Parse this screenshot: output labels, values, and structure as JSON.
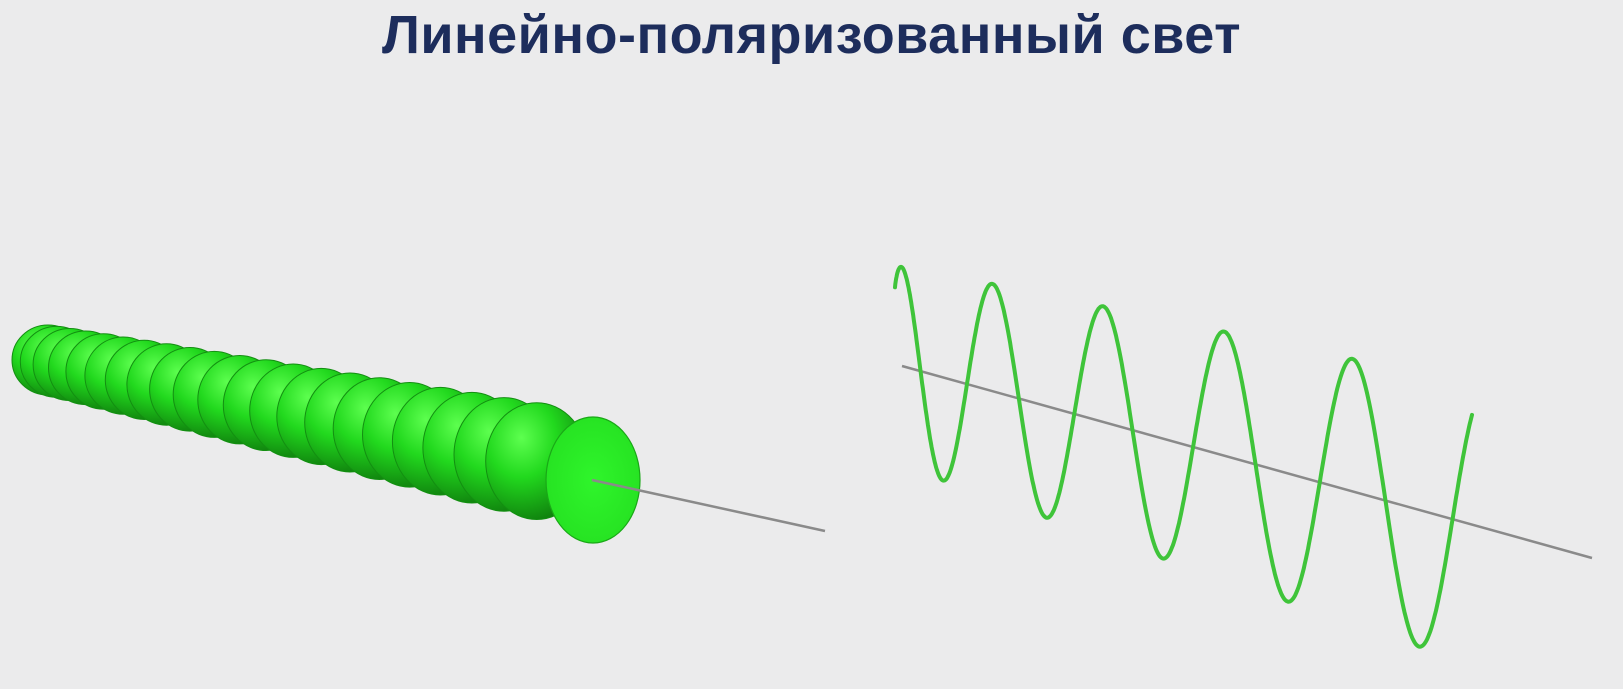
{
  "title": "Линейно-поляризованный свет",
  "colors": {
    "background": "#ebebec",
    "title": "#1d2d5c",
    "wave_green": "#3fc43a",
    "disc_green": "#2ef22a",
    "disc_shadow": "#1a9c17",
    "axis_gray": "#8a8a8a"
  },
  "left_figure": {
    "description_icon": "rotating-disc-beam",
    "disc_count": 22
  },
  "right_figure": {
    "description_icon": "sine-wave-along-axis",
    "wave_cycles": 5
  }
}
